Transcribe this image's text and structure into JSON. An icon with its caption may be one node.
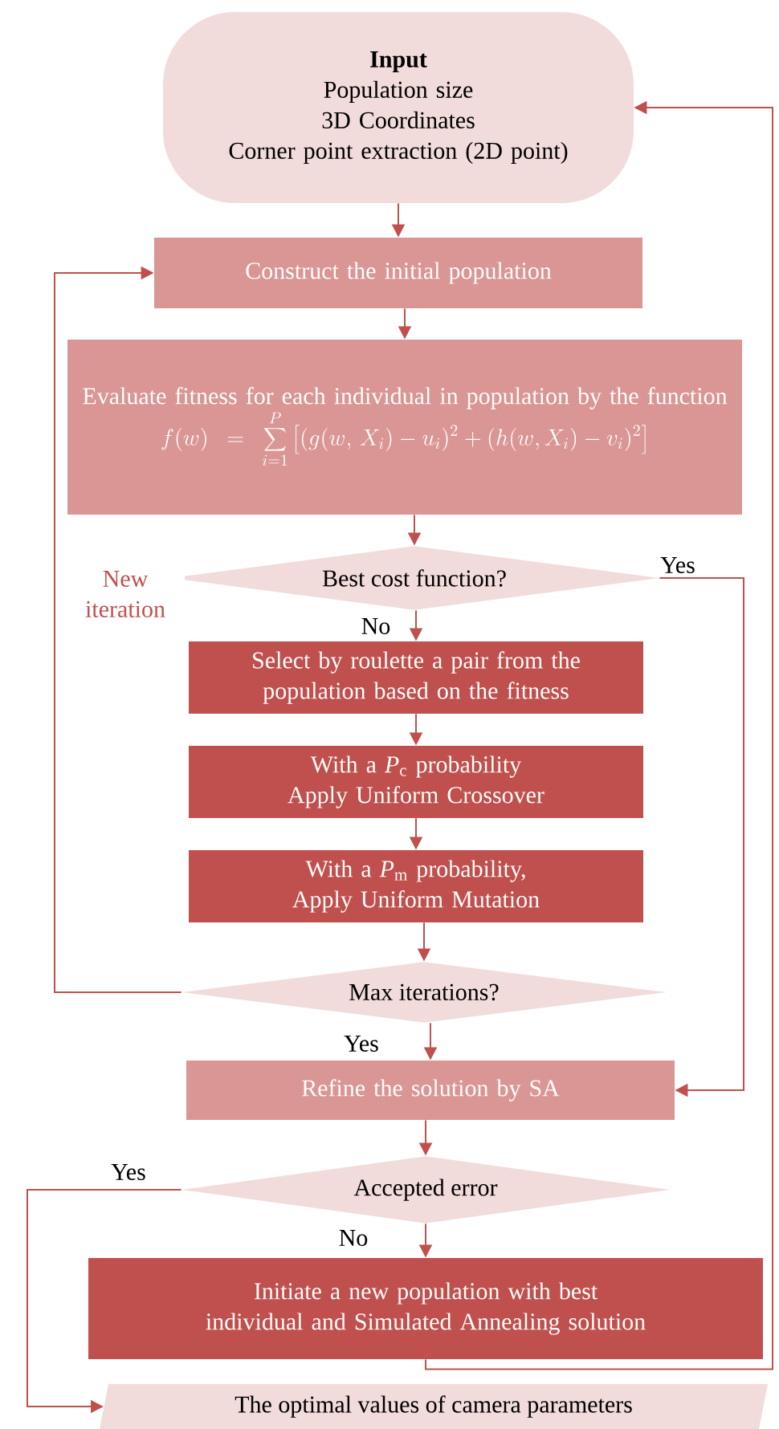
{
  "diagram": {
    "nodes": [
      {
        "text": [
          "Input",
          "Population size",
          "3D Coordinates",
          "Corner point extraction (2D point)"
        ]
      },
      {
        "text": [
          "Construct the initial population"
        ]
      },
      {
        "text": [
          "Evaluate fitness for each individual in population by the function",
          "f(w) = \\sum_{i=1}^{P}\\left[(g(w,\\, X_i) - u_i)^2 + (h(w, X_i) - v_i)^2\\right]"
        ]
      },
      {
        "text": [
          "Best cost function?"
        ]
      },
      {
        "text": [
          "Select by roulette a pair from the population based on the fitness"
        ]
      },
      {
        "text": [
          "With a *P*$_{c}$ probability Apply Uniform Crossover"
        ]
      },
      {
        "text": [
          "With a *P*$_{m}$ probability, Apply Uniform Mutation"
        ]
      },
      {
        "text": [
          "Max iterations?"
        ]
      },
      {
        "text": [
          "Refine the solution by SA"
        ]
      },
      {
        "text": [
          "Accepted error"
        ]
      },
      {
        "text": [
          "Initiate a new population with best individual and Simulated Annealing solution"
        ]
      },
      {
        "text": [
          "The optimal values of camera parameters"
        ]
      }
    ],
    "edges": [
      {
        "from": 0,
        "to": 1,
        "arrow": "to"
      },
      {
        "from": 1,
        "to": 2,
        "arrow": "to"
      },
      {
        "from": 2,
        "to": 3,
        "arrow": "to"
      },
      {
        "from": 3,
        "to": 4,
        "arrow": "to",
        "label": "No"
      },
      {
        "from": 4,
        "to": 5,
        "arrow": "to"
      },
      {
        "from": 5,
        "to": 6,
        "arrow": "to"
      },
      {
        "from": 6,
        "to": 7,
        "arrow": "to"
      },
      {
        "from": 7,
        "to": 1,
        "arrow": "to",
        "label": "New iteration"
      },
      {
        "from": 3,
        "to": 8,
        "arrow": "to",
        "label": "Yes"
      },
      {
        "from": 7,
        "to": 8,
        "arrow": "to",
        "label": "Yes"
      },
      {
        "from": 8,
        "to": 9,
        "arrow": "to"
      },
      {
        "from": 9,
        "to": 11,
        "arrow": "to",
        "label": "Yes"
      },
      {
        "from": 9,
        "to": 10,
        "arrow": "to",
        "label": "No"
      },
      {
        "from": 10,
        "to": 0,
        "arrow": "to"
      }
    ]
  }
}
